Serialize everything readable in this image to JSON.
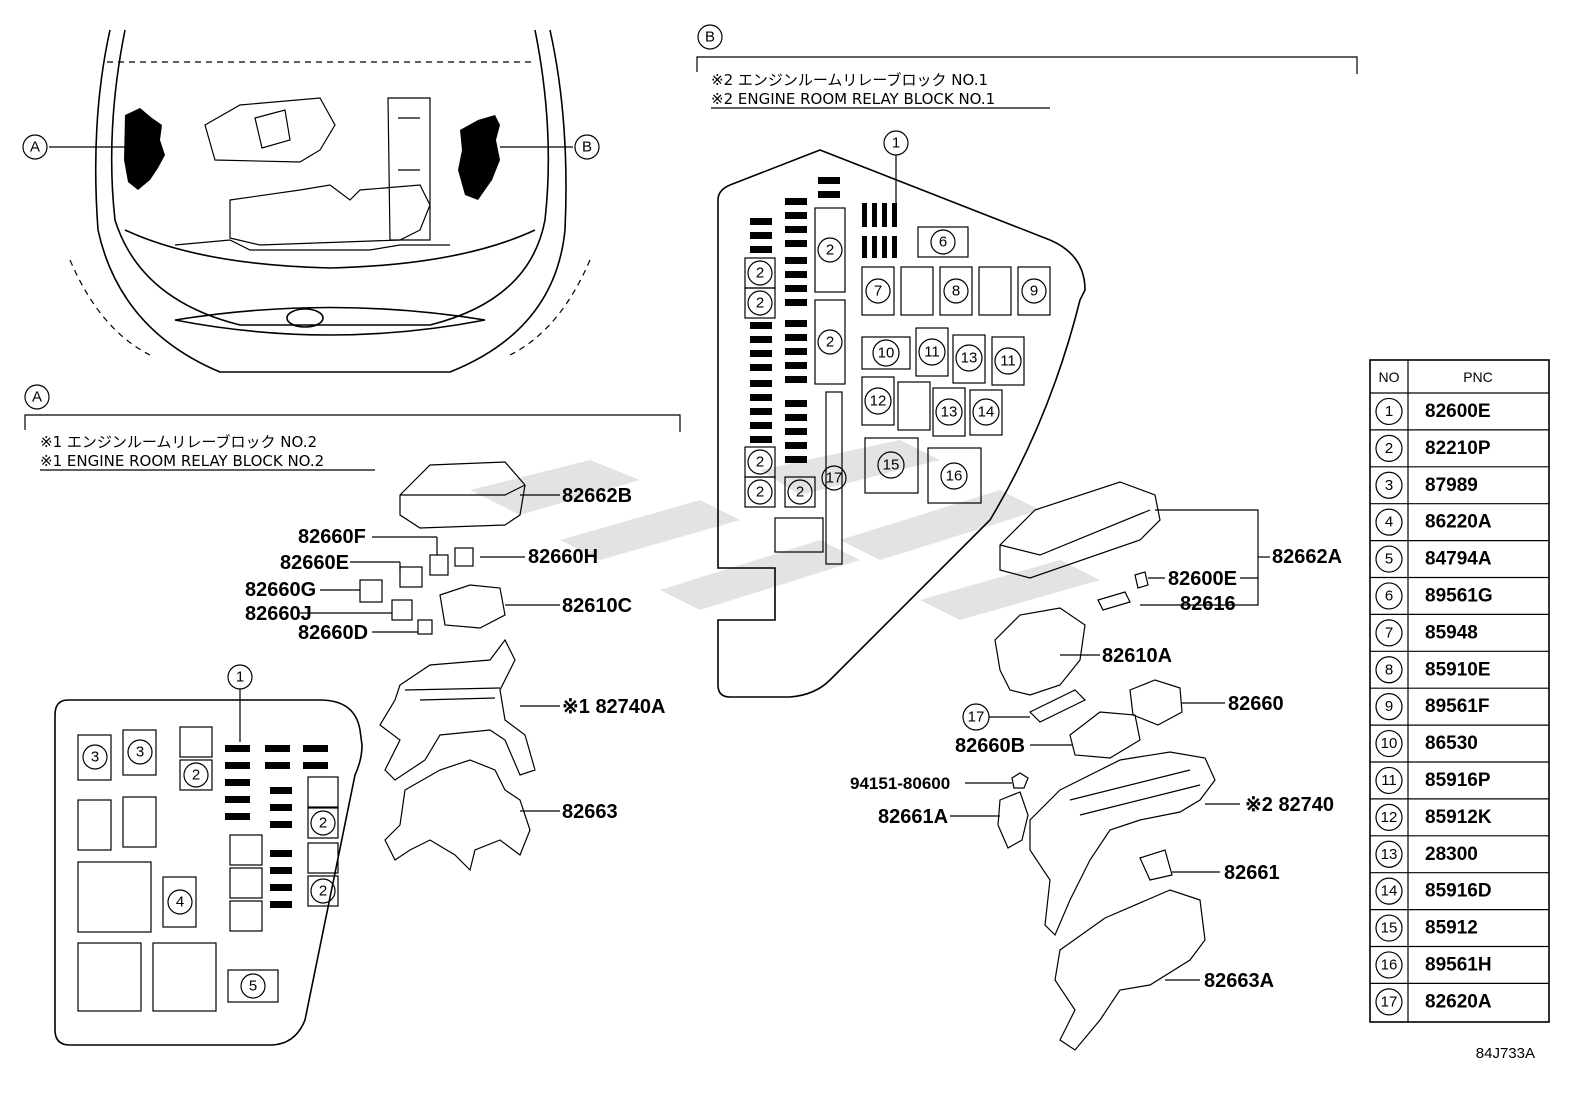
{
  "callouts": {
    "a": "A",
    "b": "B"
  },
  "block_a": {
    "heading_jp": "※1 エンジンルームリレーブロック NO.2",
    "heading_en": "※1 ENGINE ROOM RELAY BLOCK NO.2",
    "parts": {
      "p82662B": "82662B",
      "p82660F": "82660F",
      "p82660E": "82660E",
      "p82660H": "82660H",
      "p82660G": "82660G",
      "p82660J": "82660J",
      "p82610C": "82610C",
      "p82660D": "82660D",
      "p82740A": "※1 82740A",
      "p82663": "82663"
    },
    "slot_marks": {
      "m1": "1",
      "m2": "2",
      "m3": "3",
      "m4": "4",
      "m5": "5"
    }
  },
  "block_b": {
    "heading_jp": "※2 エンジンルームリレーブロック NO.1",
    "heading_en": "※2 ENGINE ROOM RELAY BLOCK NO.1",
    "parts": {
      "p82662A": "82662A",
      "p82600E": "82600E",
      "p82616": "82616",
      "p82610A": "82610A",
      "p82660": "82660",
      "p82660B": "82660B",
      "p17": "17",
      "p94151": "94151-80600",
      "p82740": "※2 82740",
      "p82661A": "82661A",
      "p82661": "82661",
      "p82663A": "82663A"
    },
    "slot_marks": {
      "m1": "1",
      "m2": "2",
      "m6": "6",
      "m7": "7",
      "m8": "8",
      "m9": "9",
      "m10": "10",
      "m11": "11",
      "m12": "12",
      "m13": "13",
      "m14": "14",
      "m15": "15",
      "m16": "16",
      "m17": "17"
    }
  },
  "table": {
    "header_no": "NO",
    "header_pnc": "PNC",
    "rows": [
      {
        "no": "1",
        "pnc": "82600E"
      },
      {
        "no": "2",
        "pnc": "82210P"
      },
      {
        "no": "3",
        "pnc": "87989"
      },
      {
        "no": "4",
        "pnc": "86220A"
      },
      {
        "no": "5",
        "pnc": "84794A"
      },
      {
        "no": "6",
        "pnc": "89561G"
      },
      {
        "no": "7",
        "pnc": "85948"
      },
      {
        "no": "8",
        "pnc": "85910E"
      },
      {
        "no": "9",
        "pnc": "89561F"
      },
      {
        "no": "10",
        "pnc": "86530"
      },
      {
        "no": "11",
        "pnc": "85916P"
      },
      {
        "no": "12",
        "pnc": "85912K"
      },
      {
        "no": "13",
        "pnc": "28300"
      },
      {
        "no": "14",
        "pnc": "85916D"
      },
      {
        "no": "15",
        "pnc": "85912"
      },
      {
        "no": "16",
        "pnc": "89561H"
      },
      {
        "no": "17",
        "pnc": "82620A"
      }
    ]
  },
  "drawing_code": "84J733A"
}
